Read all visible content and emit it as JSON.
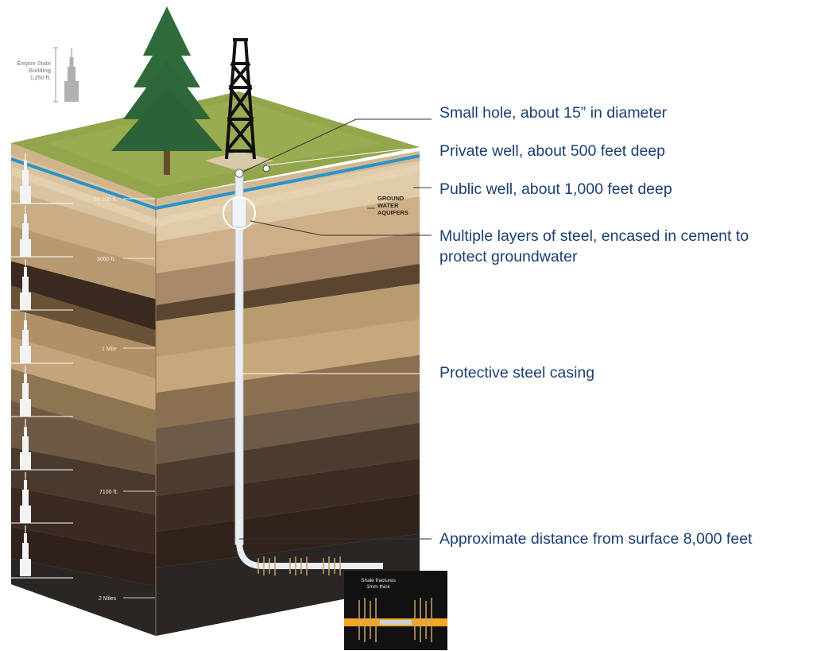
{
  "colors": {
    "callout_text": "#1c3f73",
    "grass": "#93a64b",
    "water_table": "#2a93c9",
    "casing": "#e8eef2",
    "deep_shale": "#2f2b28",
    "fracture": "#f5a623"
  },
  "scale_bar": {
    "title_line1": "Empire State",
    "title_line2": "Building",
    "title_line3": "1,250 ft."
  },
  "depth_labels": [
    "50-200 ft.",
    "3000 ft.",
    "1 Mile",
    "7100 ft.",
    "2 Miles"
  ],
  "aquifer_label": {
    "line1": "GROUND",
    "line2": "WATER",
    "line3": "AQUIFERS"
  },
  "callouts": [
    {
      "line1": "Small hole, about 15” in diameter",
      "line2": ""
    },
    {
      "line1": "Private well, about 500 feet deep",
      "line2": ""
    },
    {
      "line1": "Public well, about 1,000 feet deep",
      "line2": ""
    },
    {
      "line1": "Multiple layers of steel, encased in cement to",
      "line2": "protect groundwater"
    },
    {
      "line1": "Protective steel casing",
      "line2": ""
    },
    {
      "line1": "Approximate distance from surface 8,000 feet",
      "line2": ""
    }
  ],
  "inset_label": {
    "line1": "Shale fractures",
    "line2": "1mm thick"
  },
  "icons": [
    "pine-tree-icon",
    "drilling-derrick-icon",
    "empire-state-building-icon"
  ]
}
